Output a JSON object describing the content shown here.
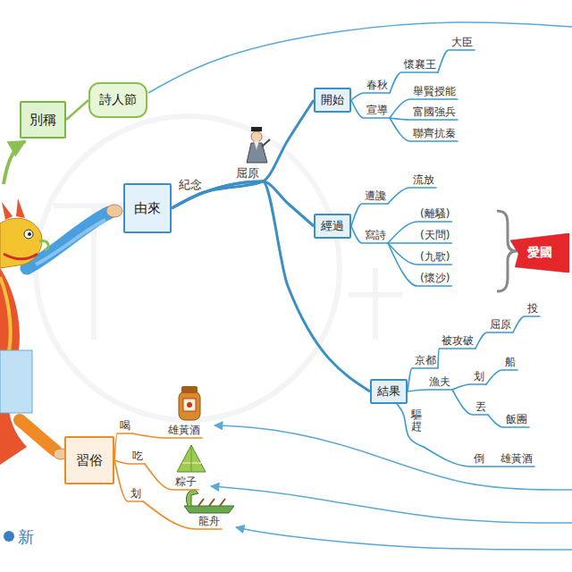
{
  "diagram": {
    "nodes": [
      {
        "text": [
          "別稱"
        ]
      },
      {
        "text": [
          "詩人節"
        ]
      },
      {
        "text": [
          "由來"
        ]
      },
      {
        "text": [
          "開始"
        ]
      },
      {
        "text": [
          "經過"
        ]
      },
      {
        "text": [
          "結果"
        ]
      },
      {
        "text": [
          "愛國"
        ]
      },
      {
        "text": [
          "習俗"
        ]
      }
    ],
    "edges": [
      {
        "from": 0,
        "to": 1,
        "arrow": "none"
      },
      {
        "from": 2,
        "to": 3,
        "arrow": "none"
      },
      {
        "from": 2,
        "to": 4,
        "arrow": "none"
      },
      {
        "from": 2,
        "to": 5,
        "arrow": "none"
      }
    ],
    "labels": [
      "紀念",
      "屈原",
      "春秋",
      "懷襄王",
      "大臣",
      "宣導",
      "舉賢授能",
      "富國強兵",
      "聯齊抗秦",
      "遭讒",
      "流放",
      "寫詩",
      "(離騷)",
      "(天問)",
      "(九歌)",
      "(懷沙)",
      "京都",
      "被攻破",
      "屈原",
      "投",
      "漁夫",
      "划",
      "船",
      "丟",
      "飯團",
      "驅趕",
      "倒",
      "雄黃酒",
      "喝",
      "吃",
      "划",
      "雄黃酒",
      "粽子",
      "龍舟",
      "新"
    ]
  }
}
